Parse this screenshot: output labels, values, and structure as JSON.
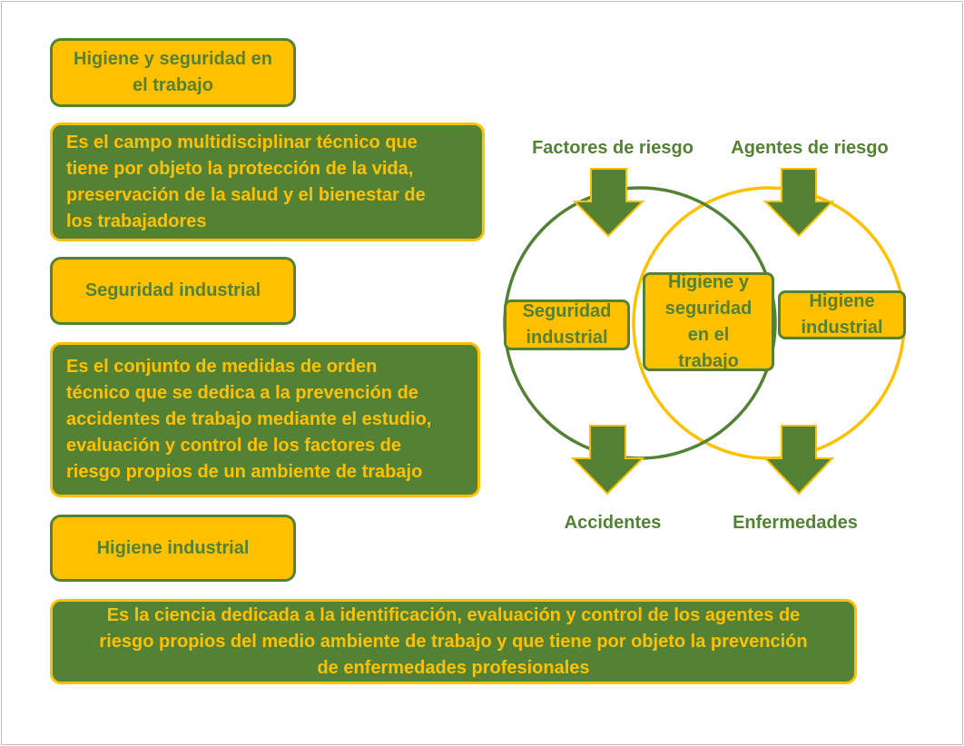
{
  "colors": {
    "green": "#548235",
    "yellow": "#FFC000",
    "frame": "#BFBFBF",
    "background": "#FFFFFF"
  },
  "definitions": [
    {
      "term_lines": [
        "Higiene y seguridad en",
        "el trabajo"
      ],
      "definition_lines": [
        "Es el campo multidisciplinar técnico que",
        "tiene por objeto la protección de la vida,",
        "preservación de la salud y el bienestar de",
        "los trabajadores"
      ]
    },
    {
      "term_lines": [
        "Seguridad industrial"
      ],
      "definition_lines": [
        "Es el conjunto de medidas de orden",
        "técnico que se dedica a la prevención de",
        "accidentes de trabajo mediante el estudio,",
        "evaluación y control de los factores de",
        "riesgo propios de un ambiente de trabajo"
      ]
    },
    {
      "term_lines": [
        "Higiene industrial"
      ],
      "definition_lines": [
        "Es la ciencia dedicada a la identificación, evaluación y control de los agentes de",
        "riesgo propios del medio ambiente de trabajo y que tiene por objeto la prevención",
        "de enfermedades profesionales"
      ]
    }
  ],
  "diagram": {
    "input_left": "Factores de riesgo",
    "input_right": "Agentes de riesgo",
    "circle_left_lines": [
      "Seguridad",
      "industrial"
    ],
    "intersection_lines": [
      "Higiene y",
      "seguridad",
      "en el",
      "trabajo"
    ],
    "circle_right_lines": [
      "Higiene",
      "industrial"
    ],
    "output_left": "Accidentes",
    "output_right": "Enfermedades"
  }
}
